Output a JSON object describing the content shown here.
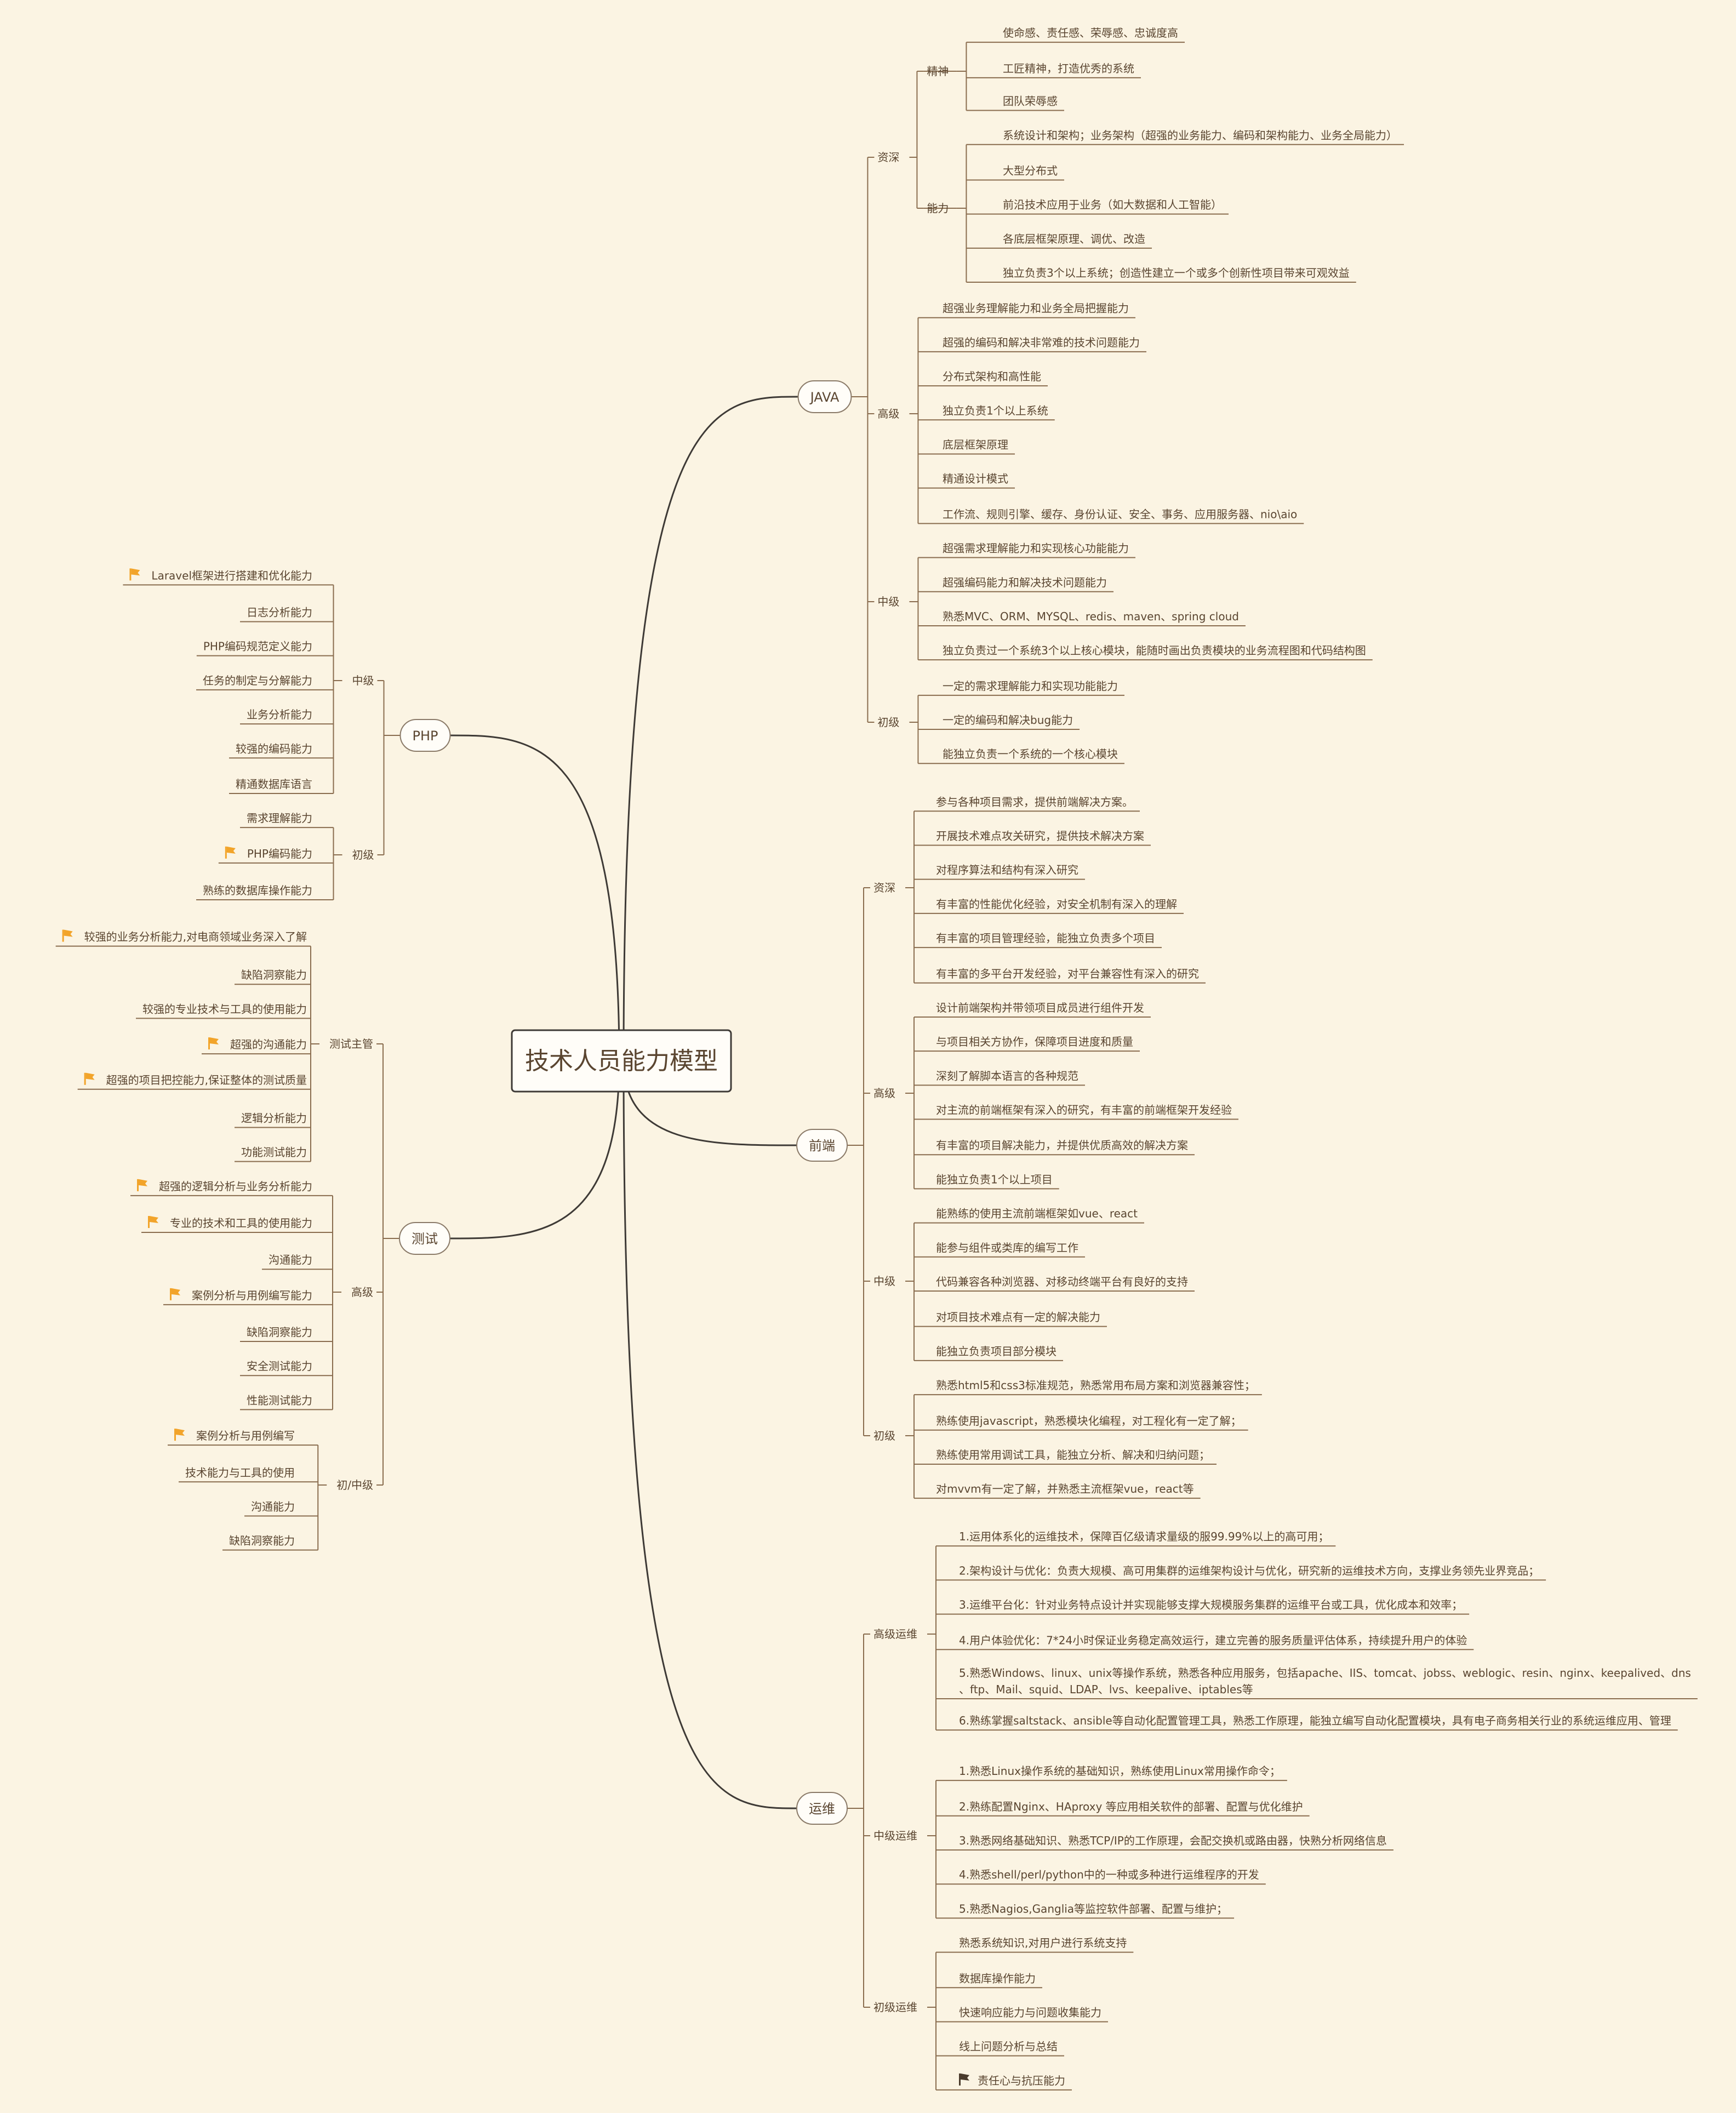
{
  "central_topic": "技术人员能力模型",
  "branches": [
    {
      "name": "JAVA",
      "side": "right",
      "groups": [
        {
          "name": "资深",
          "subgroups": [
            {
              "name": "精神",
              "items": [
                "使命感、责任感、荣辱感、忠诚度高",
                "工匠精神，打造优秀的系统",
                "团队荣辱感"
              ]
            },
            {
              "name": "能力",
              "items": [
                "系统设计和架构；业务架构（超强的业务能力、编码和架构能力、业务全局能力）",
                "大型分布式",
                "前沿技术应用于业务（如大数据和人工智能）",
                "各底层框架原理、调优、改造",
                "独立负责3个以上系统；创造性建立一个或多个创新性项目带来可观效益"
              ]
            }
          ]
        },
        {
          "name": "高级",
          "items": [
            "超强业务理解能力和业务全局把握能力",
            "超强的编码和解决非常难的技术问题能力",
            "分布式架构和高性能",
            "独立负责1个以上系统",
            "底层框架原理",
            "精通设计模式",
            "工作流、规则引擎、缓存、身份认证、安全、事务、应用服务器、nio\\aio"
          ]
        },
        {
          "name": "中级",
          "items": [
            "超强需求理解能力和实现核心功能能力",
            "超强编码能力和解决技术问题能力",
            "熟悉MVC、ORM、MYSQL、redis、maven、spring cloud",
            "独立负责过一个系统3个以上核心模块，能随时画出负责模块的业务流程图和代码结构图"
          ]
        },
        {
          "name": "初级",
          "items": [
            "一定的需求理解能力和实现功能能力",
            "一定的编码和解决bug能力",
            "能独立负责一个系统的一个核心模块"
          ]
        }
      ]
    },
    {
      "name": "前端",
      "side": "right",
      "groups": [
        {
          "name": "资深",
          "items": [
            "参与各种项目需求，提供前端解决方案。",
            "开展技术难点攻关研究，提供技术解决方案",
            "对程序算法和结构有深入研究",
            "有丰富的性能优化经验，对安全机制有深入的理解",
            "有丰富的项目管理经验，能独立负责多个项目",
            "有丰富的多平台开发经验，对平台兼容性有深入的研究"
          ]
        },
        {
          "name": "高级",
          "items": [
            "设计前端架构并带领项目成员进行组件开发",
            "与项目相关方协作，保障项目进度和质量",
            "深刻了解脚本语言的各种规范",
            "对主流的前端框架有深入的研究，有丰富的前端框架开发经验",
            "有丰富的项目解决能力，并提供优质高效的解决方案",
            "能独立负责1个以上项目"
          ]
        },
        {
          "name": "中级",
          "items": [
            "能熟练的使用主流前端框架如vue、react",
            "能参与组件或类库的编写工作",
            "代码兼容各种浏览器、对移动终端平台有良好的支持",
            "对项目技术难点有一定的解决能力",
            "能独立负责项目部分模块"
          ]
        },
        {
          "name": "初级",
          "items": [
            "熟悉html5和css3标准规范，熟悉常用布局方案和浏览器兼容性；",
            "熟练使用javascript，熟悉模块化编程，对工程化有一定了解；",
            "熟练使用常用调试工具，能独立分析、解决和归纳问题；",
            "对mvvm有一定了解，并熟悉主流框架vue，react等"
          ]
        }
      ]
    },
    {
      "name": "运维",
      "side": "right",
      "groups": [
        {
          "name": "高级运维",
          "items": [
            "1.运用体系化的运维技术，保障百亿级请求量级的服99.99%以上的高可用；",
            "2.架构设计与优化：负责大规模、高可用集群的运维架构设计与优化，研究新的运维技术方向，支撑业务领先业界竞品；",
            "3.运维平台化：针对业务特点设计并实现能够支撑大规模服务集群的运维平台或工具，优化成本和效率；",
            "4.用户体验优化：7*24小时保证业务稳定高效运行，建立完善的服务质量评估体系，持续提升用户的体验",
            "5.熟悉Windows、linux、unix等操作系统，熟悉各种应用服务，包括apache、IIS、tomcat、jobss、weblogic、resin、nginx、keepalived、dns、ftp、Mail、squid、LDAP、lvs、keepalive、iptables等",
            "6.熟练掌握saltstack、ansible等自动化配置管理工具，熟悉工作原理，能独立编写自动化配置模块，具有电子商务相关行业的系统运维应用、管理"
          ]
        },
        {
          "name": "中级运维",
          "items": [
            "1.熟悉Linux操作系统的基础知识，熟练使用Linux常用操作命令；",
            "2.熟练配置Nginx、HAproxy 等应用相关软件的部署、配置与优化维护",
            "3.熟悉网络基础知识、熟悉TCP/IP的工作原理，会配交换机或路由器，快熟分析网络信息",
            "4.熟悉shell/perl/python中的一种或多种进行运维程序的开发",
            "5.熟悉Nagios,Ganglia等监控软件部署、配置与维护；"
          ]
        },
        {
          "name": "初级运维",
          "items": [
            "熟悉系统知识,对用户进行系统支持",
            "数据库操作能力",
            "快速响应能力与问题收集能力",
            "线上问题分析与总结",
            "责任心与抗压能力"
          ]
        }
      ]
    },
    {
      "name": "PHP",
      "side": "left",
      "groups": [
        {
          "name": "中级",
          "items": [
            "Laravel框架进行搭建和优化能力",
            "日志分析能力",
            "PHP编码规范定义能力",
            "任务的制定与分解能力",
            "业务分析能力",
            "较强的编码能力",
            "精通数据库语言"
          ]
        },
        {
          "name": "初级",
          "items": [
            "需求理解能力",
            "PHP编码能力",
            "熟练的数据库操作能力"
          ]
        }
      ]
    },
    {
      "name": "测试",
      "side": "left",
      "groups": [
        {
          "name": "测试主管",
          "items": [
            "较强的业务分析能力,对电商领域业务深入了解",
            "缺陷洞察能力",
            "较强的专业技术与工具的使用能力",
            "超强的沟通能力",
            "超强的项目把控能力,保证整体的测试质量",
            "逻辑分析能力",
            "功能测试能力"
          ]
        },
        {
          "name": "高级",
          "items": [
            "超强的逻辑分析与业务分析能力",
            "专业的技术和工具的使用能力",
            "沟通能力",
            "案例分析与用例编写能力",
            "缺陷洞察能力",
            "安全测试能力",
            "性能测试能力"
          ]
        },
        {
          "name": "初/中级",
          "items": [
            "案例分析与用例编写",
            "技术能力与工具的使用",
            "沟通能力",
            "缺陷洞察能力"
          ]
        }
      ]
    }
  ],
  "flag_colors": {
    "orange": "#f2a42a",
    "dark": "#4a3b2c"
  }
}
